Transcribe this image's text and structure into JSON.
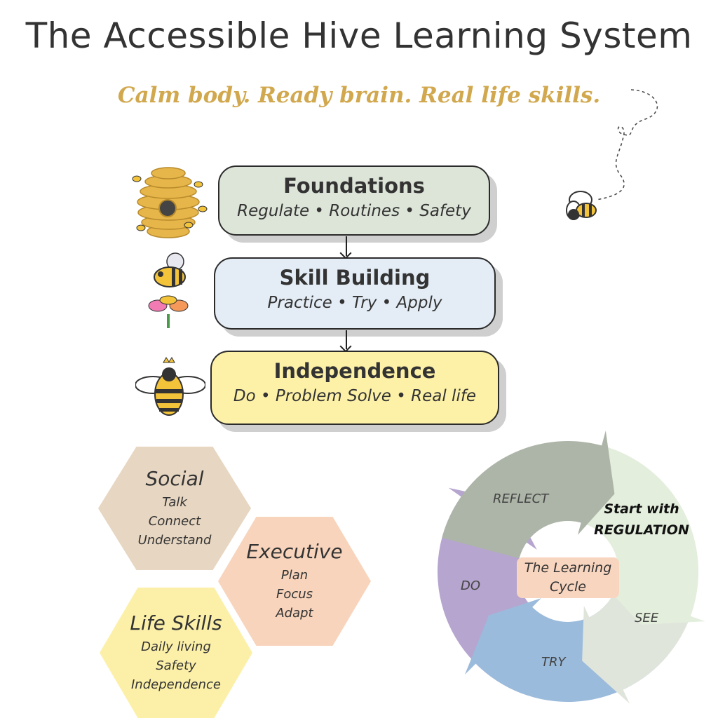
{
  "title": "The Accessible Hive Learning System",
  "subtitle": "Calm body. Ready brain. Real life skills.",
  "levels": [
    {
      "heading": "Foundations",
      "items": "Regulate • Routines • Safety",
      "color": "#dde5d8"
    },
    {
      "heading": "Skill Building",
      "items": "Practice • Try • Apply",
      "color": "#e4edf6"
    },
    {
      "heading": "Independence",
      "items": "Do • Problem Solve • Real life",
      "color": "#fdf1a8"
    }
  ],
  "skills": [
    {
      "heading": "Social",
      "items": [
        "Talk",
        "Connect",
        "Understand"
      ],
      "color": "#e7d6c1"
    },
    {
      "heading": "Executive",
      "items": [
        "Plan",
        "Focus",
        "Adapt"
      ],
      "color": "#f8d4bc"
    },
    {
      "heading": "Life Skills",
      "items": [
        "Daily living",
        "Safety",
        "Independence"
      ],
      "color": "#fcf0a9"
    }
  ],
  "cycle": {
    "center_label": "The Learning Cycle",
    "center_color": "#f8d5bf",
    "start_line1": "Start with",
    "start_line2": "REGULATION",
    "steps": [
      {
        "label": "REFLECT",
        "color": "#adb5a8"
      },
      {
        "label": "SEE",
        "color": "#e0e5dc"
      },
      {
        "label": "TRY",
        "color": "#9bbbdc"
      },
      {
        "label": "DO",
        "color": "#b5a5cf"
      }
    ],
    "start_color": "#e3eedc"
  }
}
